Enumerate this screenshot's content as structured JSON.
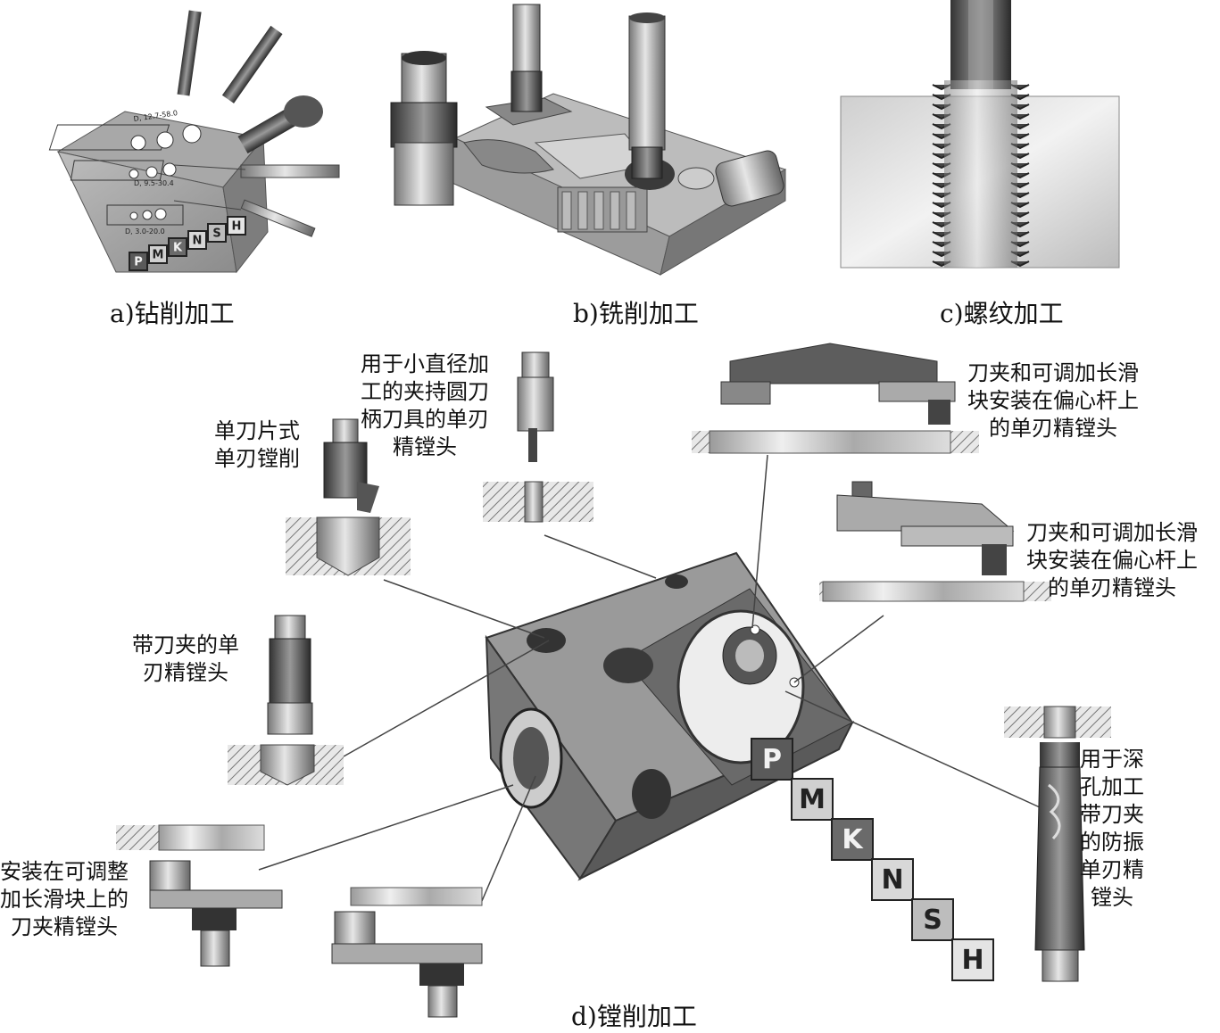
{
  "captions": {
    "a": "a)钻削加工",
    "b": "b)铣削加工",
    "c": "c)螺纹加工",
    "d": "d)镗削加工"
  },
  "labels": {
    "single_insert": [
      "单刀片式",
      "单刃镗削"
    ],
    "small_dia": [
      "用于小直径加",
      "工的夹持圆刀",
      "柄刀具的单刃",
      "精镗头"
    ],
    "holder_fine": [
      "带刀夹的单",
      "刃精镗头"
    ],
    "slider_left": [
      "安装在可调整",
      "加长滑块上的",
      "刀夹精镗头"
    ],
    "eccentric_1": [
      "刀夹和可调加长滑",
      "块安装在偏心杆上",
      "的单刃精镗头"
    ],
    "eccentric_2": [
      "刀夹和可调加长滑",
      "块安装在偏心杆上",
      "的单刃精镗头"
    ],
    "deep_hole": [
      "用于深",
      "孔加工",
      "带刀夹",
      "的防振",
      "单刃精",
      "镗头"
    ]
  },
  "iso_groups_boring": [
    "P",
    "M",
    "K",
    "N",
    "S",
    "H"
  ],
  "iso_groups_drilling": [
    "P",
    "M",
    "K",
    "N",
    "S",
    "H"
  ],
  "drill_plate_text": [
    "D, 12.7-58.0",
    "D, 9.5-30.4",
    "D, 3.0-20.0"
  ],
  "iso_colors": {
    "P": "#5a5a5a",
    "M": "#d0d0d0",
    "K": "#6a6a6a",
    "N": "#d8d8d8",
    "S": "#bdbdbd",
    "H": "#e4e4e4"
  }
}
